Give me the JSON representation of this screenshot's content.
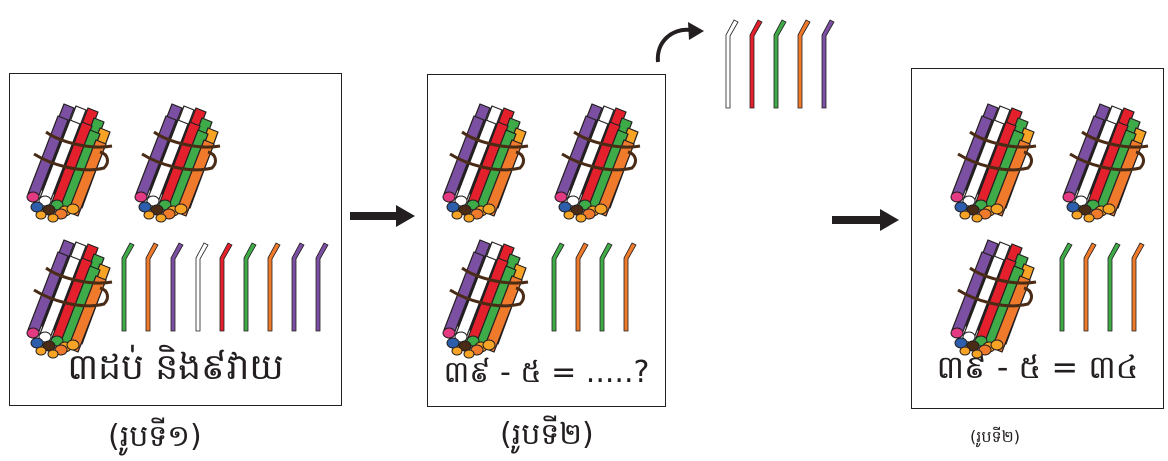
{
  "panels": [
    {
      "text": "៣ដប់ និង៩វាយ"
    },
    {
      "text": "៣៩ - ៥ = .....?"
    },
    {
      "text": "៣៩ - ៥ = ៣៤"
    }
  ],
  "captions": [
    "(រូបទី១)",
    "(រូបទី២)",
    "(រូបទី២)"
  ],
  "colors": {
    "purple": "#7b4fa1",
    "white": "#ffffff",
    "red": "#e4202c",
    "green": "#3faa48",
    "orange": "#ef7a2b",
    "yellow_orange": "#f7a326",
    "pink": "#e23a83",
    "blue": "#2c5eab",
    "band": "#4a2c16",
    "outline": "#231f20"
  },
  "icons": [
    "straw-bundle-icon",
    "single-straw-icon",
    "right-arrow-icon",
    "curved-arrow-icon"
  ]
}
